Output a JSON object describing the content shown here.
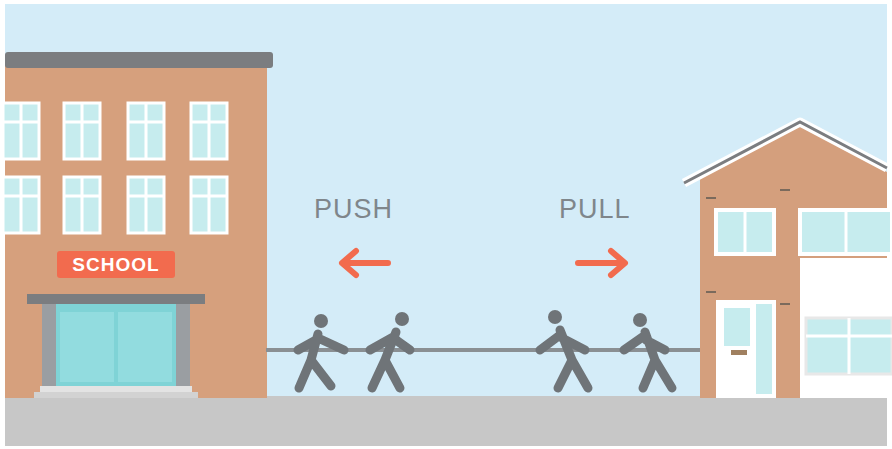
{
  "diagram": {
    "nodes": [
      {
        "text": [
          "SCHOOL"
        ]
      }
    ],
    "labels": [
      "PUSH",
      "PULL"
    ]
  }
}
